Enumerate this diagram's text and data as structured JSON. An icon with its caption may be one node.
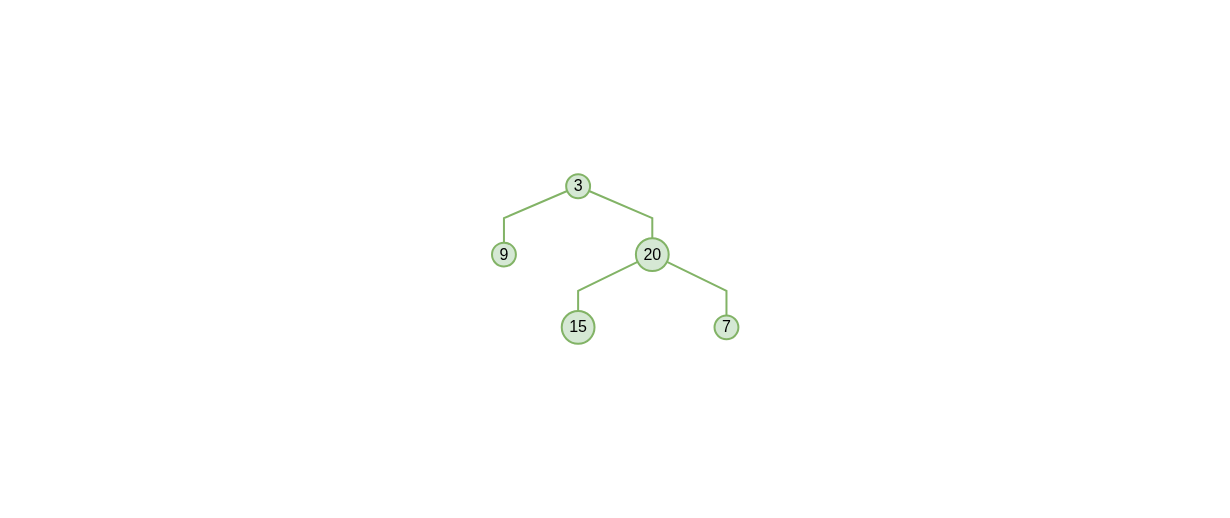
{
  "diagram": {
    "nodes": [
      {
        "text": [
          "3"
        ]
      },
      {
        "text": [
          "9"
        ]
      },
      {
        "text": [
          "20"
        ]
      },
      {
        "text": [
          "15"
        ]
      },
      {
        "text": [
          "7"
        ]
      }
    ],
    "edges": [
      {
        "from": 0,
        "to": 1,
        "arrow": "none"
      },
      {
        "from": 0,
        "to": 2,
        "arrow": "none"
      },
      {
        "from": 2,
        "to": 3,
        "arrow": "none"
      },
      {
        "from": 2,
        "to": 4,
        "arrow": "none"
      }
    ]
  }
}
